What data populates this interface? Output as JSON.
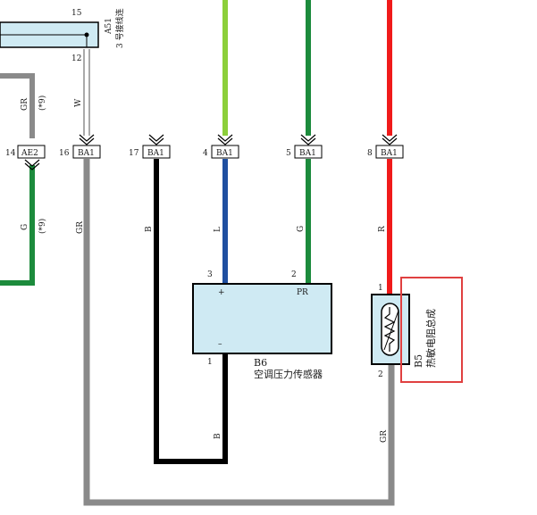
{
  "colors": {
    "wire_gray": "#8a8a8a",
    "wire_black": "#000000",
    "wire_green": "#1c8b3c",
    "wire_lightgreen": "#8ccf3a",
    "wire_blue": "#1f4fa0",
    "wire_red": "#f01a1a",
    "box_fill": "#cfeaf3",
    "highlight": "#e04040"
  },
  "top_component": {
    "id": "A51",
    "name": "3 号接线连",
    "pin_top": "15",
    "pin_bottom": "12",
    "wire_code": "W"
  },
  "left_branch": {
    "wire_code_top": "GR",
    "note_top": "(*9)",
    "wire_code_bottom": "G",
    "note_bottom": "(*9)"
  },
  "connectors": [
    {
      "pin": "14",
      "name": "AE2"
    },
    {
      "pin": "16",
      "name": "BA1"
    },
    {
      "pin": "17",
      "name": "BA1"
    },
    {
      "pin": "4",
      "name": "BA1"
    },
    {
      "pin": "5",
      "name": "BA1"
    },
    {
      "pin": "8",
      "name": "BA1"
    }
  ],
  "wire_codes": {
    "gr_main": "GR",
    "b_main": "B",
    "l_main": "L",
    "g_main": "G",
    "r_main": "R",
    "b_lower": "B",
    "gr_lower": "GR"
  },
  "sensor": {
    "id": "B6",
    "name": "空调压力传感器",
    "pin1": "1",
    "pin2": "2",
    "pin3": "3",
    "plus": "+",
    "minus": "–",
    "pr": "PR"
  },
  "thermistor": {
    "id": "B5",
    "name": "热敏电阻总成",
    "pin1": "1",
    "pin2": "2"
  }
}
